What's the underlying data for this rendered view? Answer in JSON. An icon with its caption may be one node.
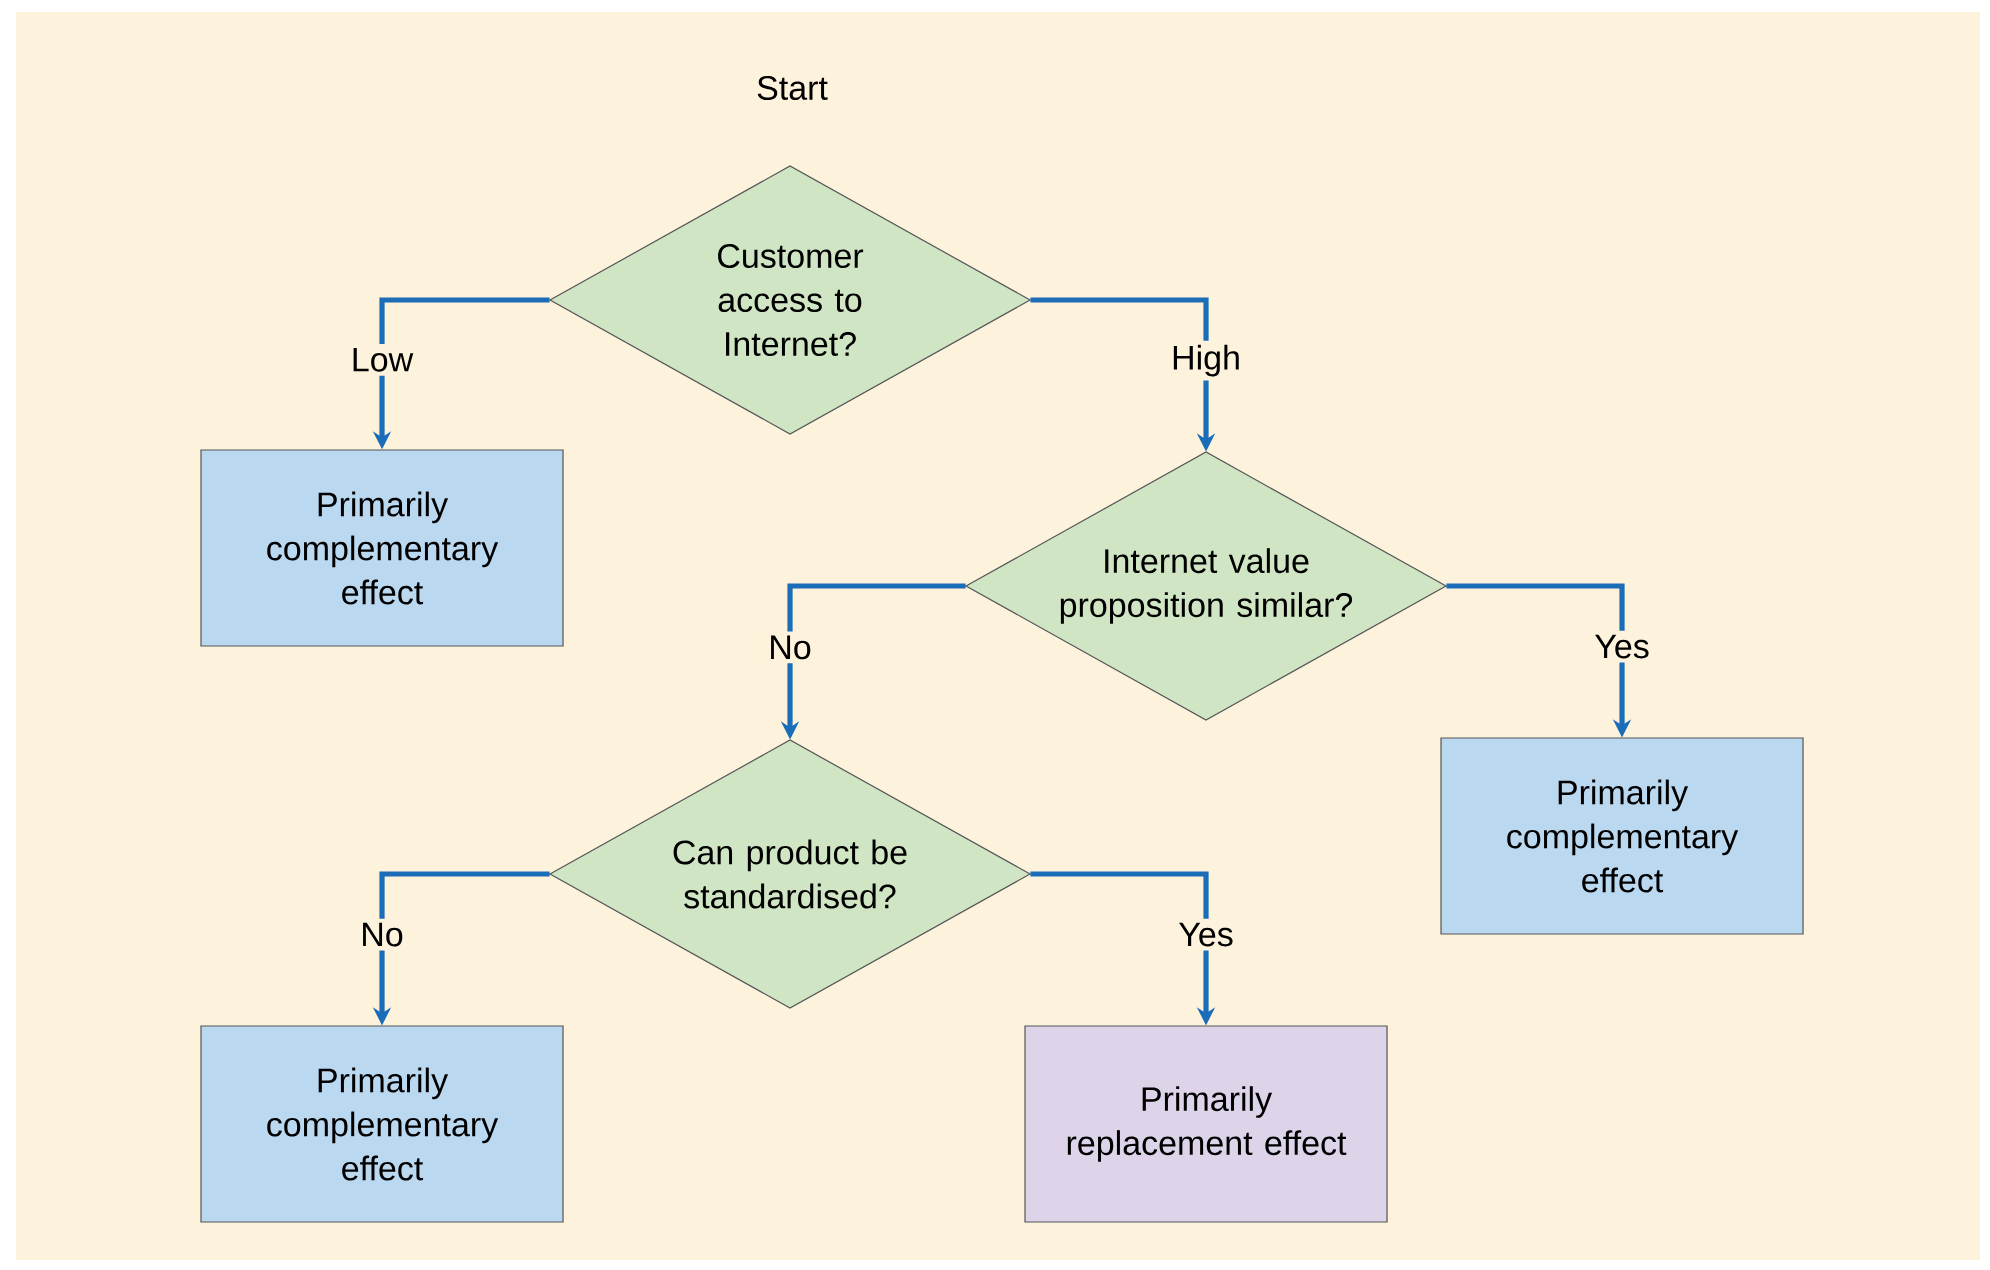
{
  "diagram": {
    "nodes": [
      {
        "text": [
          "Customer access to Internet?"
        ]
      },
      {
        "text": [
          "Primarily complementary effect"
        ]
      },
      {
        "text": [
          "Internet value proposition similar?"
        ]
      },
      {
        "text": [
          "Primarily complementary effect"
        ]
      },
      {
        "text": [
          "Can product be standardised?"
        ]
      },
      {
        "text": [
          "Primarily complementary effect"
        ]
      },
      {
        "text": [
          "Primarily replacement effect"
        ]
      }
    ],
    "edges": [
      {
        "from": 0,
        "to": 1,
        "arrow": "to",
        "label": "Low"
      },
      {
        "from": 0,
        "to": 2,
        "arrow": "to",
        "label": "High"
      },
      {
        "from": 2,
        "to": 4,
        "arrow": "to",
        "label": "No"
      },
      {
        "from": 2,
        "to": 3,
        "arrow": "to",
        "label": "Yes"
      },
      {
        "from": 4,
        "to": 5,
        "arrow": "to",
        "label": "No"
      },
      {
        "from": 4,
        "to": 6,
        "arrow": "to",
        "label": "Yes"
      }
    ],
    "labels": [
      "Start"
    ]
  }
}
